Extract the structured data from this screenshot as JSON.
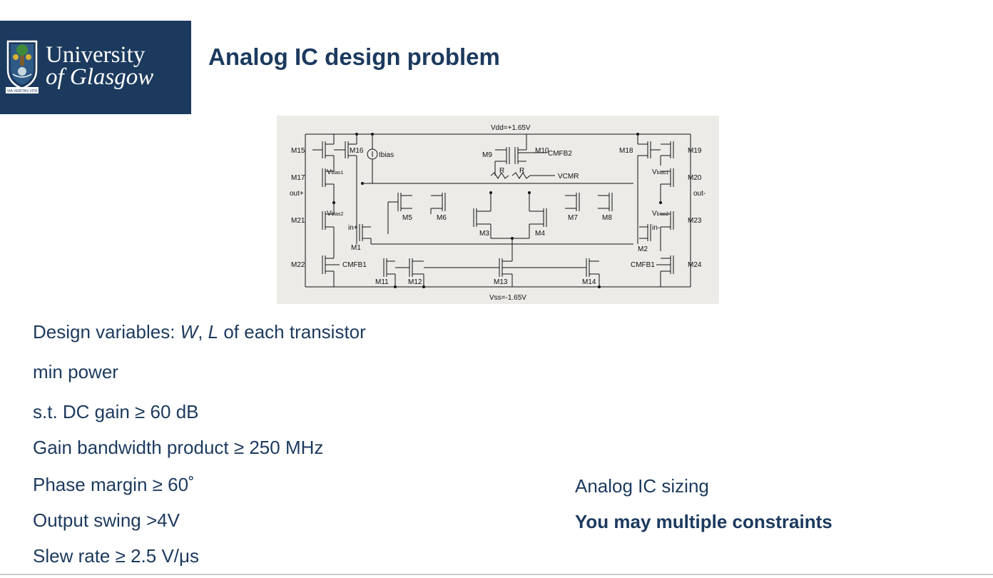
{
  "logo": {
    "line1": "University",
    "line2": "of Glasgow",
    "motto": "VIA VERITAS VITA"
  },
  "title": "Analog IC design problem",
  "circuit": {
    "vdd": "Vdd=+1.65V",
    "vss": "Vss=-1.65V",
    "ibias": "Ibias",
    "vcmr": "VCMR",
    "cmfb1_left": "CMFB1",
    "cmfb1_right": "CMFB1",
    "cmfb2": "CMFB2",
    "out_plus": "out+",
    "out_minus": "out-",
    "in_plus": "in+",
    "in_minus": "in-",
    "r1": "R",
    "r2": "R",
    "vbias1": "V",
    "vbias1_sub": "bias1",
    "vbias2": "V",
    "vbias2_sub": "bias2",
    "transistors": {
      "m1": "M1",
      "m2": "M2",
      "m3": "M3",
      "m4": "M4",
      "m5": "M5",
      "m6": "M6",
      "m7": "M7",
      "m8": "M8",
      "m9": "M9",
      "m10": "M10",
      "m11": "M11",
      "m12": "M12",
      "m13": "M13",
      "m14": "M14",
      "m15": "M15",
      "m16": "M16",
      "m17": "M17",
      "m18": "M18",
      "m19": "M19",
      "m20": "M20",
      "m21": "M21",
      "m22": "M22",
      "m23": "M23",
      "m24": "M24"
    }
  },
  "body": {
    "design_vars_prefix": "Design variables: ",
    "design_vars_w": "W",
    "design_vars_sep": ", ",
    "design_vars_l": "L",
    "design_vars_suffix": " of each transistor",
    "objective": "min power",
    "constraints": [
      "s.t. DC gain ≥ 60 dB",
      "Gain bandwidth product ≥  250 MHz",
      "Phase margin ≥ 60˚",
      "Output swing >4V",
      "Slew rate ≥ 2.5 V/μs"
    ]
  },
  "side": {
    "line1": "Analog IC sizing",
    "line2": "You may multiple constraints"
  },
  "colors": {
    "brand_navy": "#1c3a5e",
    "circuit_bg": "#ecebe7"
  }
}
